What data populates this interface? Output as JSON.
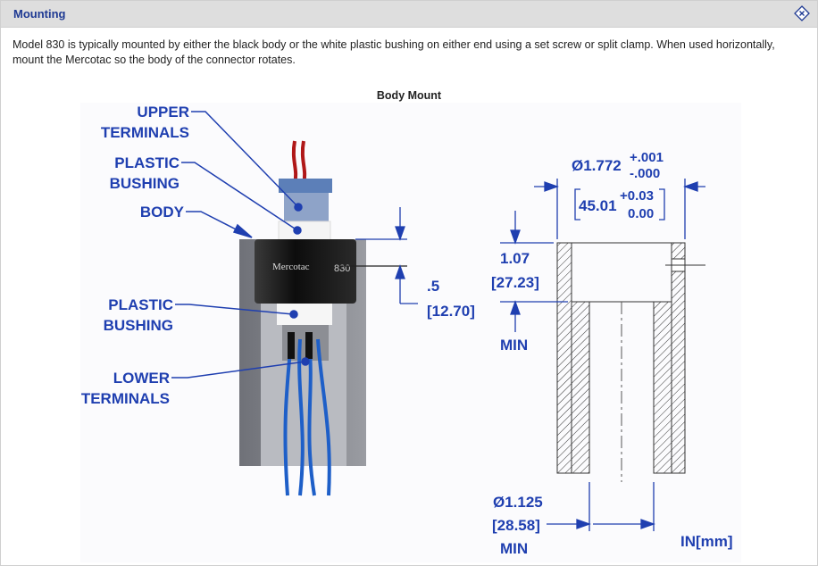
{
  "section": {
    "title": "Mounting",
    "collapse_icon": "collapse-diamond-icon"
  },
  "description": "Model 830 is typically mounted by either the black body or the white plastic bushing on either end using a set screw or split clamp. When used horizontally, mount the Mercotac so the body of the connector rotates.",
  "figure": {
    "title": "Body Mount",
    "labels": {
      "upper_terminals": [
        "UPPER",
        "TERMINALS"
      ],
      "plastic_bushing_top": [
        "PLASTIC",
        "BUSHING"
      ],
      "body": "BODY",
      "plastic_bushing_bottom": [
        "PLASTIC",
        "BUSHING"
      ],
      "lower_terminals": [
        "LOWER",
        "TERMINALS"
      ]
    },
    "product_marking": {
      "brand": "Mercotac",
      "model": "830"
    },
    "dimensions": {
      "offset_in": ".5",
      "offset_mm": "[12.70]",
      "depth_in": "1.07",
      "depth_mm": "[27.23]",
      "depth_note": "MIN",
      "outer_dia_in": "Ø1.772",
      "outer_tol_plus_in": "+.001",
      "outer_tol_minus_in": "-.000",
      "outer_dia_mm": "45.01",
      "outer_tol_plus_mm": "+0.03",
      "outer_tol_minus_mm": "0.00",
      "bore_dia_in": "Ø1.125",
      "bore_dia_mm": "[28.58]",
      "bore_note": "MIN",
      "units": "IN[mm]"
    }
  },
  "colors": {
    "accent": "#1f3fb0",
    "header_bg": "#dedede",
    "title": "#1f3a93"
  }
}
